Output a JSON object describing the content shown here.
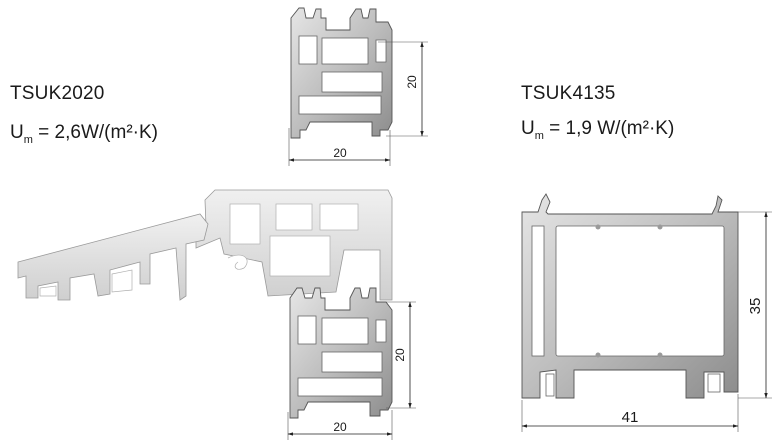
{
  "profiles": [
    {
      "id": "tsuk2020",
      "name": "TSUK2020",
      "u_prefix": "U",
      "u_sub": "m",
      "u_value": " =  2,6W/(m²·K)",
      "dims": {
        "top_height": "20",
        "top_width": "20",
        "bottom_height": "20",
        "bottom_width": "20"
      }
    },
    {
      "id": "tsuk4135",
      "name": "TSUK4135",
      "u_prefix": "U",
      "u_sub": "m",
      "u_value": " = 1,9 W/(m²·K)",
      "dims": {
        "height": "35",
        "width": "41"
      }
    }
  ],
  "colors": {
    "metal_light": "#d9d9d9",
    "metal_dark": "#8c8c8c",
    "outline": "#555555"
  }
}
